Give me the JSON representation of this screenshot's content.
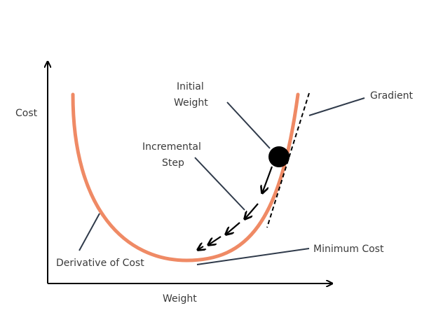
{
  "diagram": {
    "labels": {
      "y_axis": "Cost",
      "x_axis": "Weight",
      "initial_weight_line1": "Initial",
      "initial_weight_line2": "Weight",
      "incremental_step_line1": "Incremental",
      "incremental_step_line2": "Step",
      "gradient": "Gradient",
      "minimum_cost": "Minimum Cost",
      "derivative_of_cost": "Derivative of Cost"
    },
    "colors": {
      "curve": "#ef8a65",
      "ink": "#000000",
      "leader": "#2f3a4a",
      "text": "#3a3a3a"
    }
  }
}
